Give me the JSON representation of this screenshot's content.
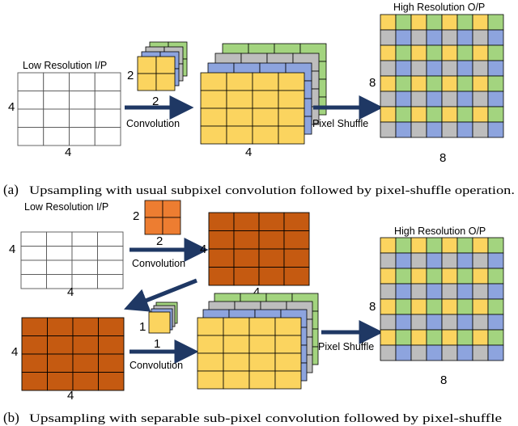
{
  "panel_a": {
    "input_title": "Low Resolution I/P",
    "input_height_label": "4",
    "input_width_label": "4",
    "kernel_height_label": "2",
    "kernel_width_label": "2",
    "conv_label": "Convolution",
    "feature_width_label": "4",
    "shuffle_label": "Pixel Shuffle",
    "output_title": "High Resolution O/P",
    "output_height_label": "8",
    "output_width_label": "8",
    "caption_tag": "(a)",
    "caption": "Upsampling with usual subpixel convolution followed by pixel-shuffle operation."
  },
  "panel_b": {
    "input_title": "Low Resolution I/P",
    "input_height_label": "4",
    "input_width_label": "4",
    "kernel_height_label": "2",
    "kernel_width_label": "2",
    "conv_label": "Convolution",
    "feature_height_label": "4",
    "feature_width_label": "4",
    "map_height_label": "4",
    "map_width_label": "4",
    "kernel2_height_label": "1",
    "kernel2_width_label": "1",
    "conv2_label": "Convolution",
    "shuffle_label": "Pixel Shuffle",
    "output_title": "High Resolution O/P",
    "output_height_label": "8",
    "output_width_label": "8",
    "caption_tag": "(b)",
    "caption": "Upsampling with separable sub-pixel convolution followed by pixel-shuffle"
  },
  "colors": {
    "yellow": "#fbd45f",
    "green": "#a3d47f",
    "grey": "#bdbdbd",
    "blue": "#8da4de",
    "orange": "#c55a11",
    "kernel_orange": "#ed7d31",
    "arrow": "#1f3864",
    "grid_line": "#000000",
    "light_grid": "#555555"
  }
}
